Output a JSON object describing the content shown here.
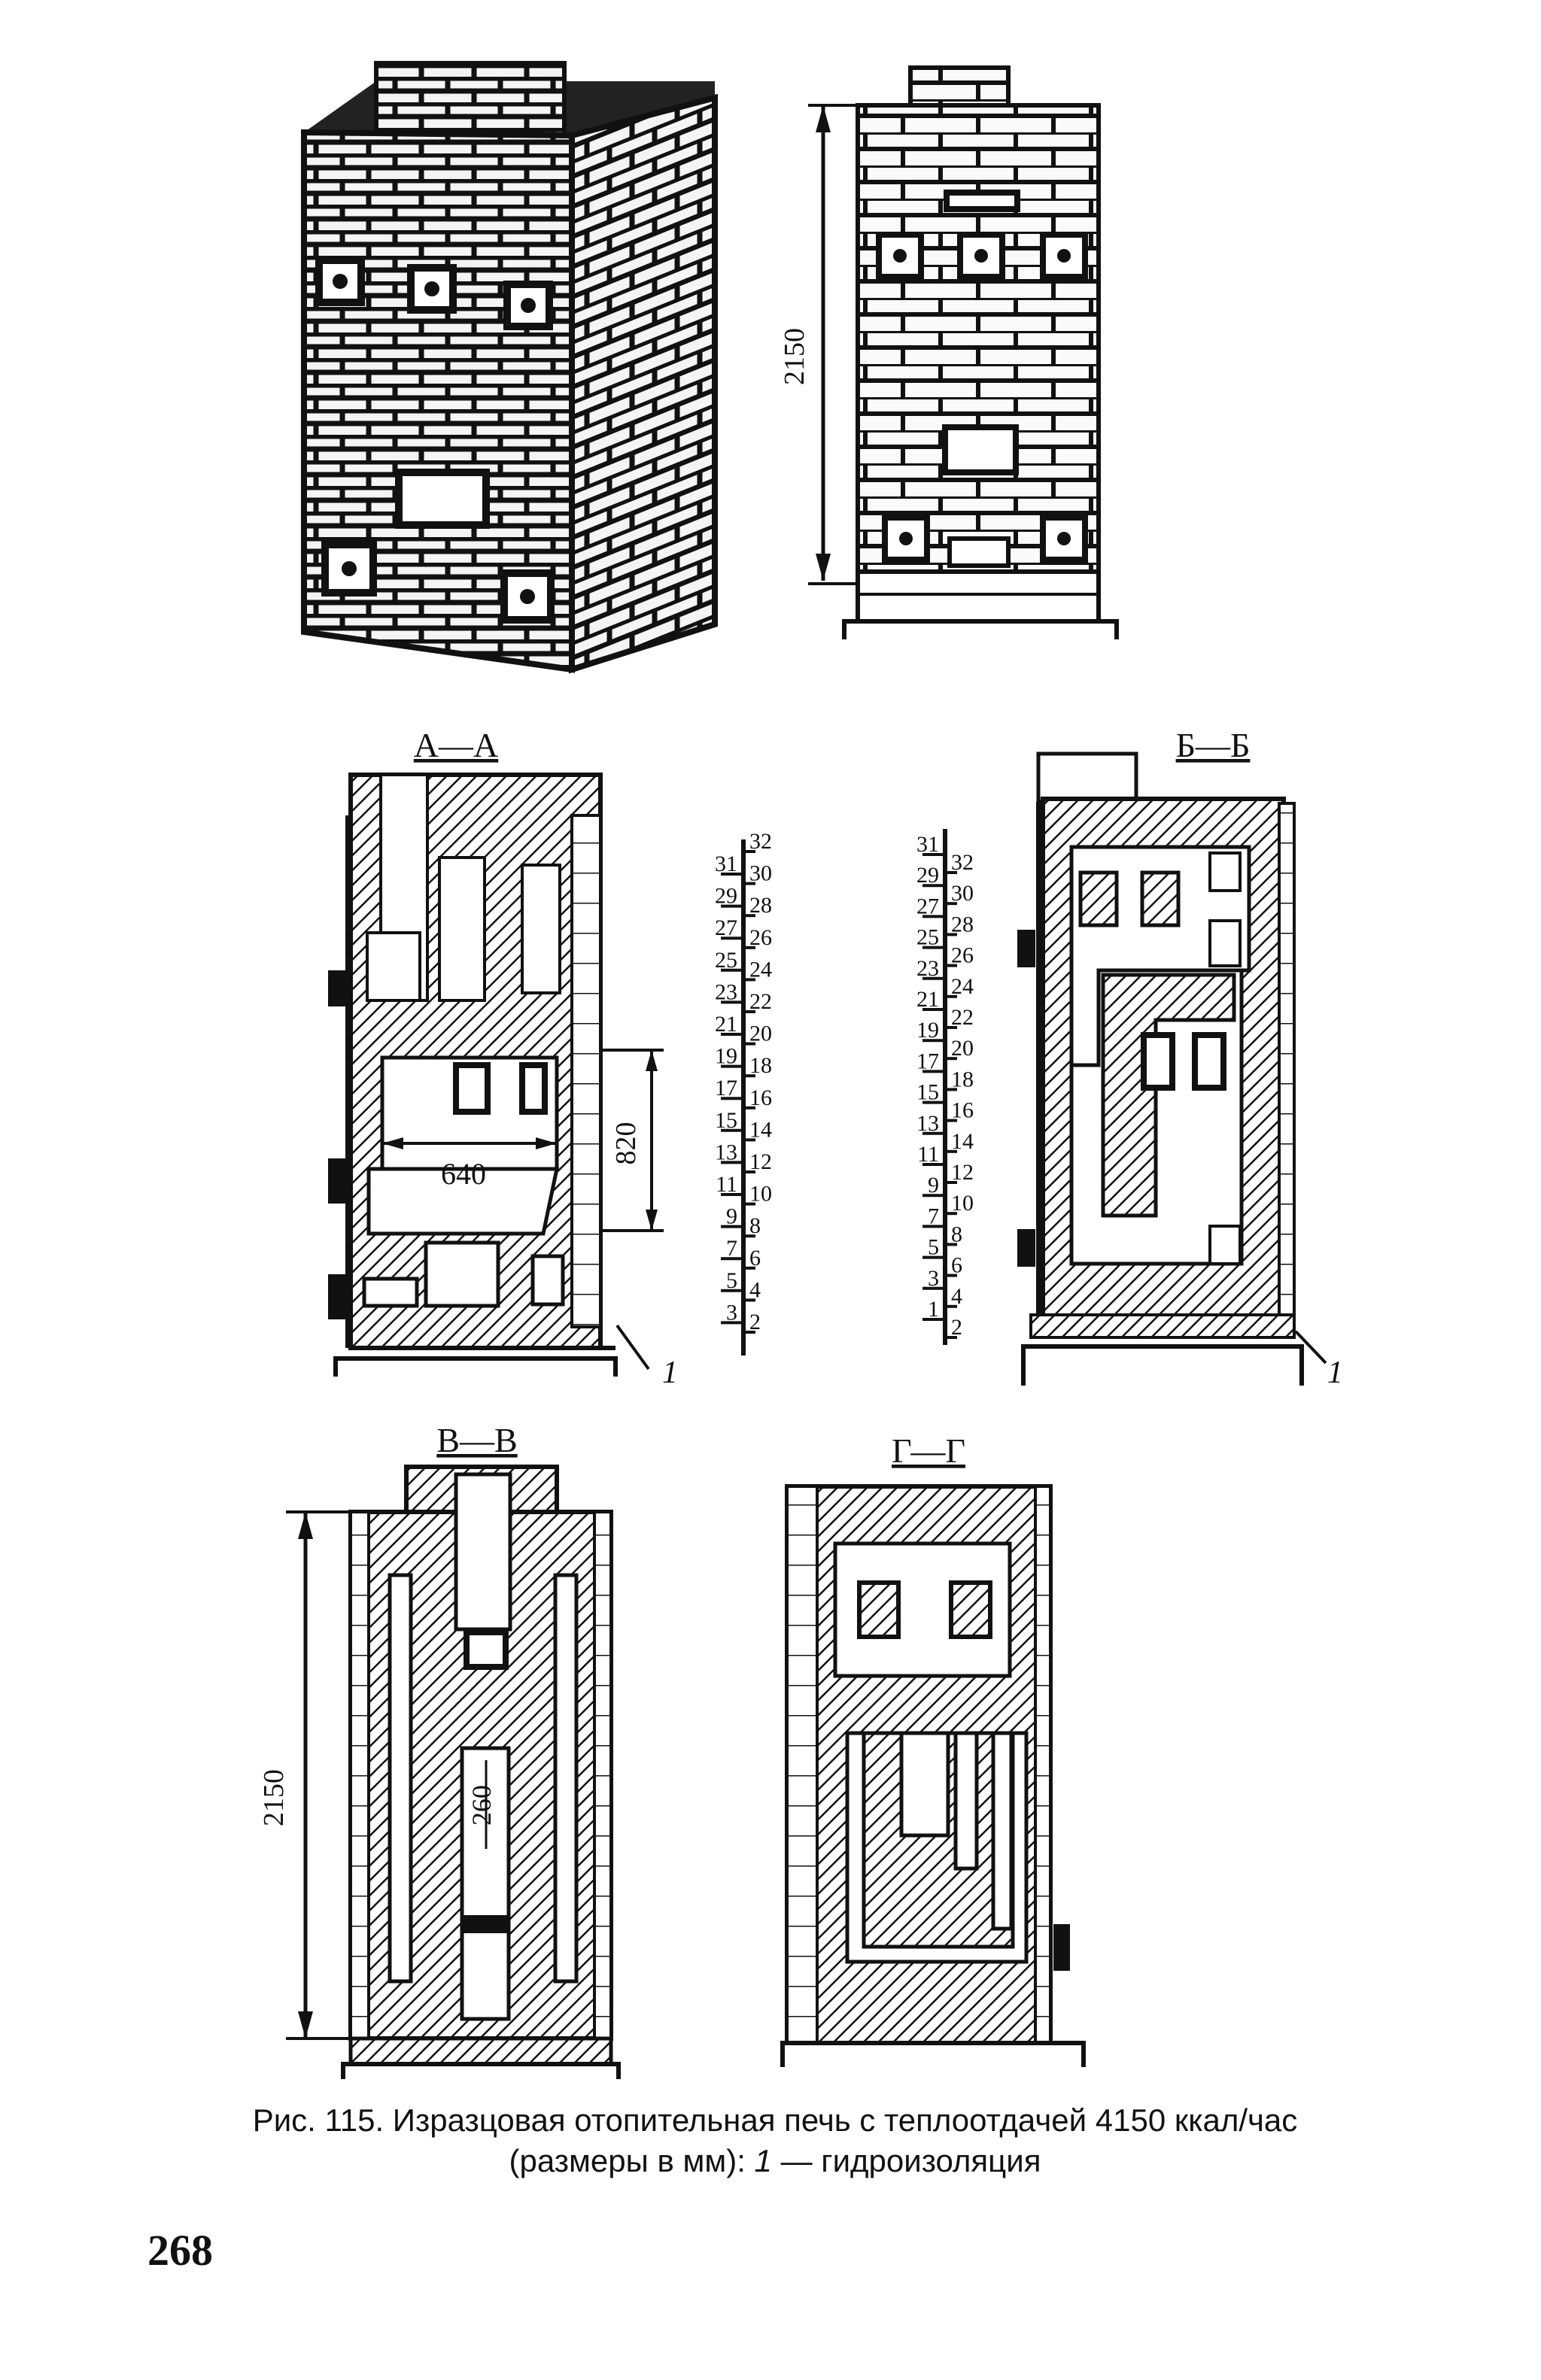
{
  "figure": {
    "section_labels": {
      "a": "А—А",
      "b": "Б—Б",
      "v": "В—В",
      "g": "Г—Г"
    },
    "dimensions": {
      "front_height": "2150",
      "vv_height": "2150",
      "firebox_width": "640",
      "firebox_height": "820",
      "channel_height": "260"
    },
    "callouts": {
      "waterproofing_a": "1",
      "waterproofing_b": "1"
    },
    "row_numbers_left_odd": [
      "31",
      "29",
      "27",
      "25",
      "23",
      "21",
      "19",
      "17",
      "15",
      "13",
      "11",
      "9",
      "7",
      "5",
      "3"
    ],
    "row_numbers_left_even": [
      "32",
      "30",
      "28",
      "26",
      "24",
      "22",
      "20",
      "18",
      "16",
      "14",
      "12",
      "10",
      "8",
      "6",
      "4",
      "2"
    ],
    "row_numbers_right_odd": [
      "31",
      "29",
      "27",
      "25",
      "23",
      "21",
      "19",
      "17",
      "15",
      "13",
      "11",
      "9",
      "7",
      "5",
      "3",
      "1"
    ],
    "row_numbers_right_even": [
      "32",
      "30",
      "28",
      "26",
      "24",
      "22",
      "20",
      "18",
      "16",
      "14",
      "12",
      "10",
      "8",
      "6",
      "4",
      "2"
    ]
  },
  "caption": {
    "line1": "Рис. 115. Изразцовая отопительная печь с теплоотдачей 4150 ккал/час",
    "line2_prefix": "(размеры в мм): ",
    "line2_marker": "1",
    "line2_suffix": " — гидроизоляция"
  },
  "page_number": "268"
}
